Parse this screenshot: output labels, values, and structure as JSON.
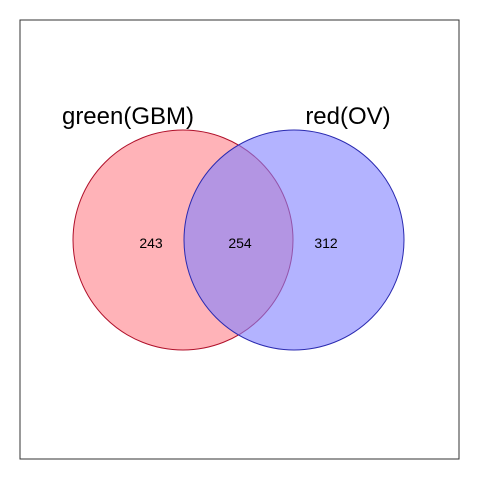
{
  "venn": {
    "sets": [
      {
        "label": "green(GBM)",
        "fill": "#ff8088",
        "stroke": "#b0102a"
      },
      {
        "label": "red(OV)",
        "fill": "#8080ff",
        "stroke": "#2a2ab0"
      }
    ],
    "counts": {
      "left_only": "243",
      "intersection": "254",
      "right_only": "312"
    },
    "frame_color": "#333333",
    "fill_opacity": 0.6
  }
}
